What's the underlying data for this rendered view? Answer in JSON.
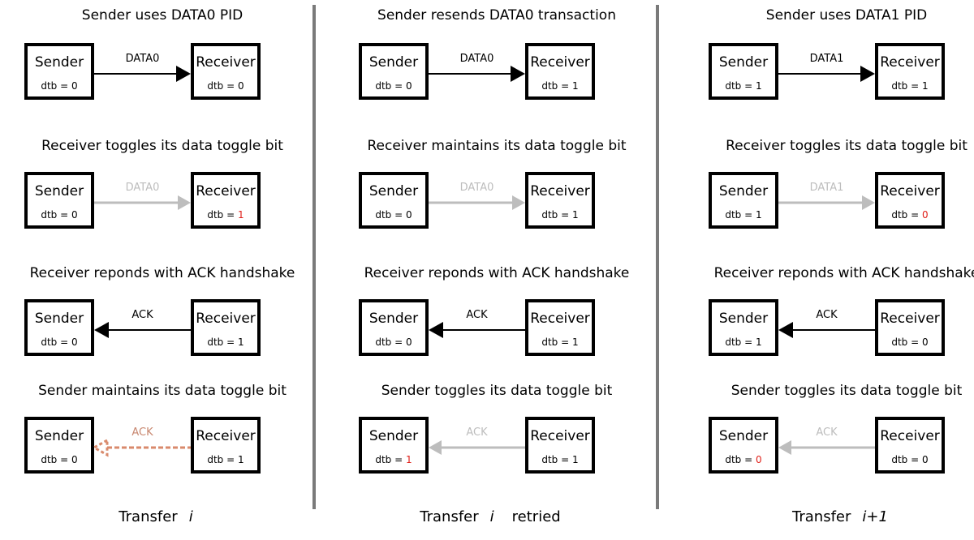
{
  "colors": {
    "active_arrow": "#000000",
    "faded_arrow": "#bdbdbd",
    "lost_arrow": "#d98a6c",
    "changed_value": "#e0201a",
    "divider": "#7a7a7a"
  },
  "panels": [
    {
      "footer": {
        "prefix": "Transfer",
        "index": "i",
        "suffix": ""
      },
      "steps": [
        {
          "title": "Sender uses DATA0 PID",
          "sender": {
            "name": "Sender",
            "dtb": "dtb = ",
            "dtb_value": "0",
            "changed": false
          },
          "receiver": {
            "name": "Receiver",
            "dtb": "dtb = ",
            "dtb_value": "0",
            "changed": false
          },
          "arrow": {
            "label": "DATA0",
            "direction": "right",
            "style": "active"
          }
        },
        {
          "title": "Receiver toggles its data toggle bit",
          "sender": {
            "name": "Sender",
            "dtb": "dtb = ",
            "dtb_value": "0",
            "changed": false
          },
          "receiver": {
            "name": "Receiver",
            "dtb": "dtb = ",
            "dtb_value": "1",
            "changed": true
          },
          "arrow": {
            "label": "DATA0",
            "direction": "right",
            "style": "faded"
          }
        },
        {
          "title": "Receiver reponds with ACK handshake",
          "sender": {
            "name": "Sender",
            "dtb": "dtb = ",
            "dtb_value": "0",
            "changed": false
          },
          "receiver": {
            "name": "Receiver",
            "dtb": "dtb = ",
            "dtb_value": "1",
            "changed": false
          },
          "arrow": {
            "label": "ACK",
            "direction": "left",
            "style": "active"
          }
        },
        {
          "title": "Sender maintains its data toggle bit",
          "sender": {
            "name": "Sender",
            "dtb": "dtb = ",
            "dtb_value": "0",
            "changed": false
          },
          "receiver": {
            "name": "Receiver",
            "dtb": "dtb = ",
            "dtb_value": "1",
            "changed": false
          },
          "arrow": {
            "label": "ACK",
            "direction": "left",
            "style": "lost"
          }
        }
      ]
    },
    {
      "footer": {
        "prefix": "Transfer",
        "index": "i",
        "suffix": "retried"
      },
      "steps": [
        {
          "title": "Sender resends DATA0 transaction",
          "sender": {
            "name": "Sender",
            "dtb": "dtb = ",
            "dtb_value": "0",
            "changed": false
          },
          "receiver": {
            "name": "Receiver",
            "dtb": "dtb = ",
            "dtb_value": "1",
            "changed": false
          },
          "arrow": {
            "label": "DATA0",
            "direction": "right",
            "style": "active"
          }
        },
        {
          "title": "Receiver maintains its data toggle bit",
          "sender": {
            "name": "Sender",
            "dtb": "dtb = ",
            "dtb_value": "0",
            "changed": false
          },
          "receiver": {
            "name": "Receiver",
            "dtb": "dtb = ",
            "dtb_value": "1",
            "changed": false
          },
          "arrow": {
            "label": "DATA0",
            "direction": "right",
            "style": "faded"
          }
        },
        {
          "title": "Receiver reponds with ACK handshake",
          "sender": {
            "name": "Sender",
            "dtb": "dtb = ",
            "dtb_value": "0",
            "changed": false
          },
          "receiver": {
            "name": "Receiver",
            "dtb": "dtb = ",
            "dtb_value": "1",
            "changed": false
          },
          "arrow": {
            "label": "ACK",
            "direction": "left",
            "style": "active"
          }
        },
        {
          "title": "Sender toggles its data toggle bit",
          "sender": {
            "name": "Sender",
            "dtb": "dtb = ",
            "dtb_value": "1",
            "changed": true
          },
          "receiver": {
            "name": "Receiver",
            "dtb": "dtb = ",
            "dtb_value": "1",
            "changed": false
          },
          "arrow": {
            "label": "ACK",
            "direction": "left",
            "style": "faded"
          }
        }
      ]
    },
    {
      "footer": {
        "prefix": "Transfer",
        "index": "i+1",
        "suffix": ""
      },
      "steps": [
        {
          "title": "Sender uses DATA1 PID",
          "sender": {
            "name": "Sender",
            "dtb": "dtb = ",
            "dtb_value": "1",
            "changed": false
          },
          "receiver": {
            "name": "Receiver",
            "dtb": "dtb = ",
            "dtb_value": "1",
            "changed": false
          },
          "arrow": {
            "label": "DATA1",
            "direction": "right",
            "style": "active"
          }
        },
        {
          "title": "Receiver toggles its data toggle bit",
          "sender": {
            "name": "Sender",
            "dtb": "dtb = ",
            "dtb_value": "1",
            "changed": false
          },
          "receiver": {
            "name": "Receiver",
            "dtb": "dtb = ",
            "dtb_value": "0",
            "changed": true
          },
          "arrow": {
            "label": "DATA1",
            "direction": "right",
            "style": "faded"
          }
        },
        {
          "title": "Receiver reponds with ACK handshake",
          "sender": {
            "name": "Sender",
            "dtb": "dtb = ",
            "dtb_value": "1",
            "changed": false
          },
          "receiver": {
            "name": "Receiver",
            "dtb": "dtb = ",
            "dtb_value": "0",
            "changed": false
          },
          "arrow": {
            "label": "ACK",
            "direction": "left",
            "style": "active"
          }
        },
        {
          "title": "Sender toggles its data toggle bit",
          "sender": {
            "name": "Sender",
            "dtb": "dtb = ",
            "dtb_value": "0",
            "changed": true
          },
          "receiver": {
            "name": "Receiver",
            "dtb": "dtb = ",
            "dtb_value": "0",
            "changed": false
          },
          "arrow": {
            "label": "ACK",
            "direction": "left",
            "style": "faded"
          }
        }
      ]
    }
  ]
}
